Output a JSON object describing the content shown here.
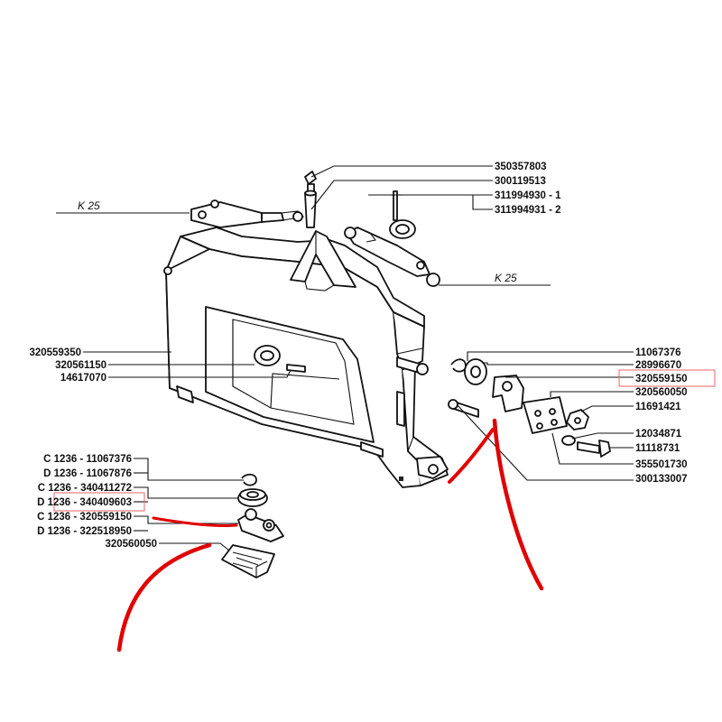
{
  "top_labels": {
    "p350357803": "350357803",
    "p300119513": "300119513",
    "p311994930": "311994930 - 1",
    "p311994931": "311994931 - 2"
  },
  "ref_labels": {
    "k25_left": "K 25",
    "k25_right": "K 25"
  },
  "left_labels": {
    "p320559350": "320559350",
    "p320561150": "320561150",
    "p14617070": "14617070"
  },
  "right_labels": {
    "p11067376": "11067376",
    "p28996670": "28996670",
    "p320559150": "320559150",
    "p320560050": "320560050",
    "p11691421": "11691421",
    "p12034871": "12034871",
    "p11118731": "11118731",
    "p355501730": "355501730",
    "p300133007": "300133007"
  },
  "variant_labels": [
    "C 1236 - 11067376",
    "D 1236 - 11067876",
    "C 1236 - 340411272",
    "D 1236 - 340409603",
    "C 1236 - 320559150",
    "D 1236 - 322518950"
  ],
  "bottom_label": "320560050",
  "colors": {
    "annotation_red": "#e00000",
    "ink": "#111111"
  }
}
